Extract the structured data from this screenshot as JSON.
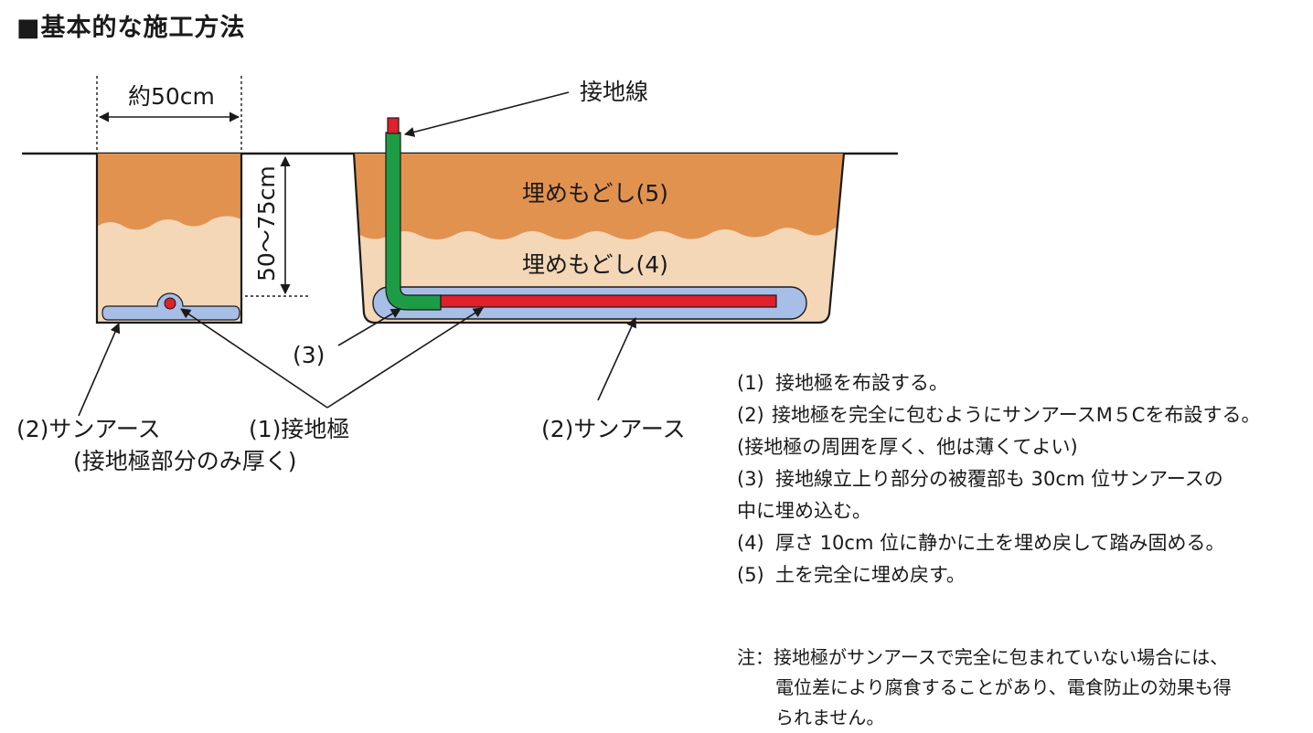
{
  "title": "■基本的な施工方法",
  "diagram": {
    "width_label": "約50cm",
    "depth_label": "50～75cm",
    "ground_wire_label": "接地線",
    "backfill_5_label": "埋めもどし(5)",
    "backfill_4_label": "埋めもどし(4)",
    "callout_3_label": "(3)",
    "sunearth_left_label": "(2)サンアース",
    "sunearth_left_note": "(接地極部分のみ厚く)",
    "electrode_label": "(1)接地極",
    "sunearth_right_label": "(2)サンアース",
    "colors": {
      "soil_top": "#E2924F",
      "soil_bottom": "#F3D7B6",
      "sunearth": "#A7BEE6",
      "ground_wire": "#1E9C45",
      "electrode": "#E0202A",
      "outline": "#1a1a1a"
    }
  },
  "steps": [
    {
      "num": "(1)",
      "text": "接地極を布設する。",
      "cont": ""
    },
    {
      "num": "(2)",
      "text": "接地極を完全に包むようにサンアースM５Cを布設する。",
      "cont": "(接地極の周囲を厚く、他は薄くてよい)"
    },
    {
      "num": "(3)",
      "text": "接地線立上り部分の被覆部も 30cm 位サンアースの",
      "cont": "中に埋め込む。"
    },
    {
      "num": "(4)",
      "text": "厚さ 10cm 位に静かに土を埋め戻して踏み固める。",
      "cont": ""
    },
    {
      "num": "(5)",
      "text": "土を完全に埋め戻す。",
      "cont": ""
    }
  ],
  "note": {
    "head": "注：",
    "line1": "接地極がサンアースで完全に包まれていない場合には、",
    "line2": "電位差により腐食することがあり、電食防止の効果も得",
    "line3": "られません。"
  }
}
